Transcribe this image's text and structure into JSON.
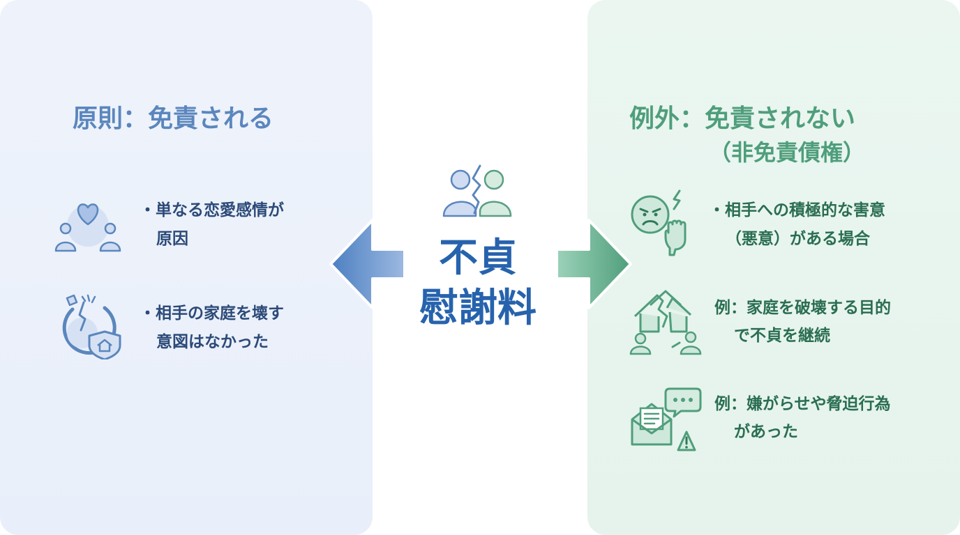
{
  "left": {
    "title": "原則：免責される",
    "items": [
      {
        "icon": "heart-people-icon",
        "line1": "・単なる恋愛感情が",
        "line2": "原因"
      },
      {
        "icon": "broken-ring-shield-icon",
        "line1": "・相手の家庭を壊す",
        "line2": "意図はなかった"
      }
    ]
  },
  "center": {
    "icon": "broken-relationship-icon",
    "line1": "不貞",
    "line2": "慰謝料"
  },
  "right": {
    "title": "例外：免責されない",
    "subtitle": "（非免責債権）",
    "items": [
      {
        "icon": "angry-face-fist-icon",
        "line1": "・相手への積極的な害意",
        "line2": "（悪意）がある場合"
      },
      {
        "icon": "broken-home-people-icon",
        "line1": "例：家庭を破壊する目的",
        "line2": "で不貞を継続"
      },
      {
        "icon": "mail-chat-warning-icon",
        "line1": "例：嫌がらせや脅迫行為",
        "line2": "があった"
      }
    ]
  },
  "colors": {
    "left_accent": "#5b86bd",
    "right_accent": "#4f9e7b",
    "center_text": "#2763ad"
  }
}
